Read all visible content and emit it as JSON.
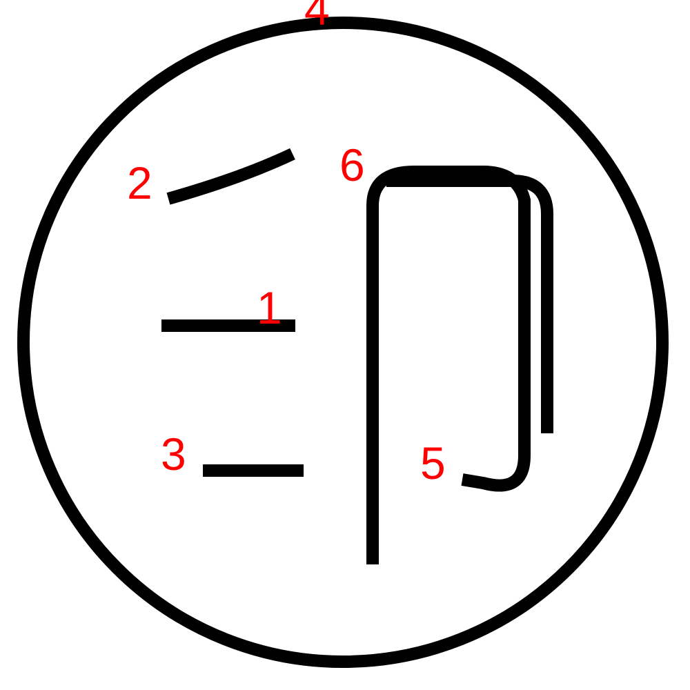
{
  "colors": {
    "stroke": "#000000",
    "label": "#ff0000",
    "background": "#ffffff"
  },
  "strokes": [
    {
      "id": "1",
      "label": "1",
      "shape": "horizontal line"
    },
    {
      "id": "2",
      "label": "2",
      "shape": "short curve"
    },
    {
      "id": "3",
      "label": "3",
      "shape": "horizontal line"
    },
    {
      "id": "4",
      "label": "4",
      "shape": "circle"
    },
    {
      "id": "5",
      "label": "5",
      "shape": "hooked stroke"
    },
    {
      "id": "6",
      "label": "6",
      "shape": "arch stroke"
    }
  ]
}
